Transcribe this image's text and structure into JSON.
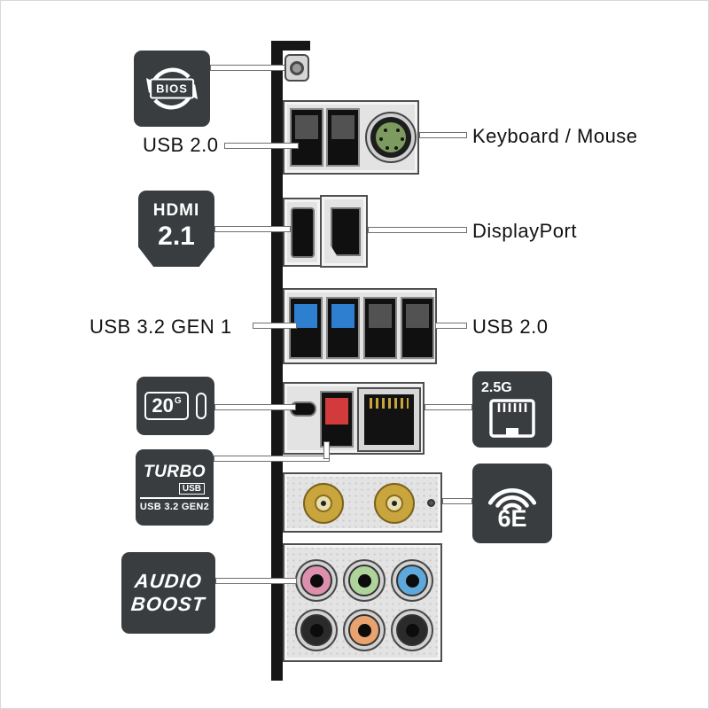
{
  "left_badges": {
    "bios": {
      "label": "BIOS"
    },
    "hdmi": {
      "brand": "HDMI",
      "version": "2.1"
    },
    "usb20g": {
      "value": "20",
      "unit": "G"
    },
    "turbo": {
      "line1": "TURBO",
      "line2": "USB",
      "line3": "USB 3.2 GEN2"
    },
    "audio": {
      "line1": "AUDIO",
      "line2": "BOOST"
    }
  },
  "right_badges": {
    "lan": {
      "label": "2.5G"
    },
    "wifi": {
      "label": "6E"
    }
  },
  "labels": {
    "usb20_left": "USB 2.0",
    "usb32_gen1": "USB 3.2 GEN 1",
    "keyboard_mouse": "Keyboard / Mouse",
    "displayport": "DisplayPort",
    "usb20_right": "USB 2.0"
  },
  "ports": [
    {
      "name": "flash-bios-button"
    },
    {
      "name": "usb2-port",
      "count": 2,
      "color": "#101010"
    },
    {
      "name": "ps2-keyboard-mouse-port",
      "color": "#7d9b5e"
    },
    {
      "name": "hdmi-port"
    },
    {
      "name": "displayport-port"
    },
    {
      "name": "usb32-gen1-port",
      "count": 2,
      "color": "#2e7fd0"
    },
    {
      "name": "usb2-port",
      "count": 2,
      "color": "#101010"
    },
    {
      "name": "usb-c-20g-port"
    },
    {
      "name": "usb32-gen2-port",
      "color": "#d23b3b"
    },
    {
      "name": "lan-port-2.5g"
    },
    {
      "name": "wifi-antenna-connector",
      "count": 2,
      "color": "#c9a53e"
    },
    {
      "name": "audio-jack",
      "count": 6,
      "colors": [
        "#dd8fae",
        "#aed49b",
        "#5fa8dc",
        "#2a2a2a",
        "#e8a36e",
        "#2a2a2a"
      ]
    }
  ],
  "colors": {
    "badge_bg": "#393d40",
    "panel_bar": "#161616",
    "bezel": "#e3e3e3",
    "line_fill": "#ffffff",
    "line_border": "#6e6e6e"
  }
}
